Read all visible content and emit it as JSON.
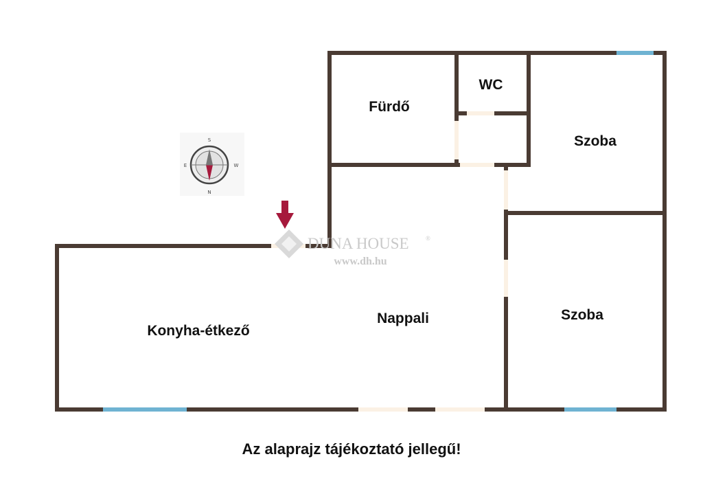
{
  "rooms": {
    "furdo": "Fürdő",
    "wc": "WC",
    "szoba_upper": "Szoba",
    "szoba_lower": "Szoba",
    "nappali": "Nappali",
    "konyha": "Konyha-étkező"
  },
  "compass": {
    "top": "S",
    "bottom": "N",
    "left": "E",
    "right": "W"
  },
  "watermark": {
    "brand": "DUNA HOUSE",
    "registered": "®",
    "url": "www.dh.hu"
  },
  "note": "Az alaprajz tájékoztató jellegű!",
  "colors": {
    "wall": "#4a3b33",
    "window": "#6fb3d2",
    "door": "#fbf1e4",
    "arrow": "#a6193c"
  }
}
